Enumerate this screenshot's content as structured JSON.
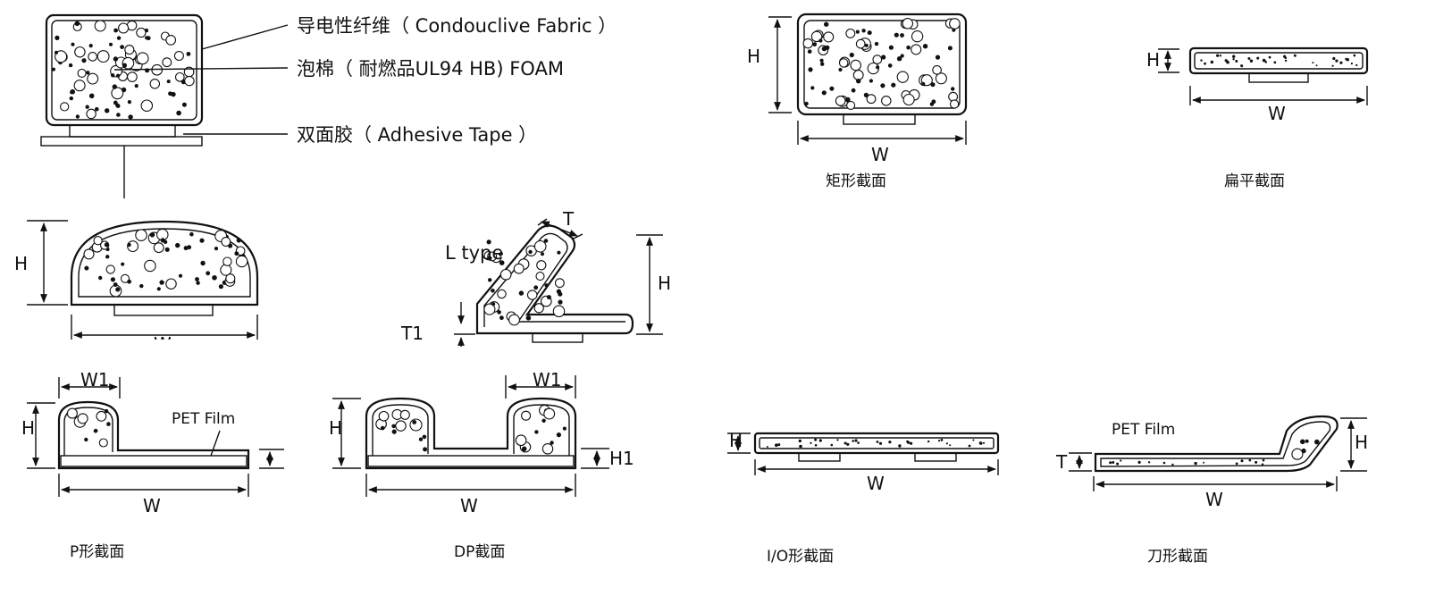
{
  "legend": {
    "fabric": "导电性纤维（ Condouclive Fabric ）",
    "foam": "泡棉（ 耐燃品UL94  HB) FOAM",
    "tape": "双面胶（ Adhesive Tape ）"
  },
  "dims": {
    "H": "H",
    "W": "W",
    "T": "T",
    "T1": "T1",
    "W1": "W1",
    "H1": "H1"
  },
  "labels": {
    "l_type": "L type",
    "pet_film": "PET  Film"
  },
  "captions": {
    "rect": "矩形截面",
    "flat": "扁平截面",
    "p": "P形截面",
    "dp": "DP截面",
    "io": "I/O形截面",
    "blade": "刀形截面"
  }
}
